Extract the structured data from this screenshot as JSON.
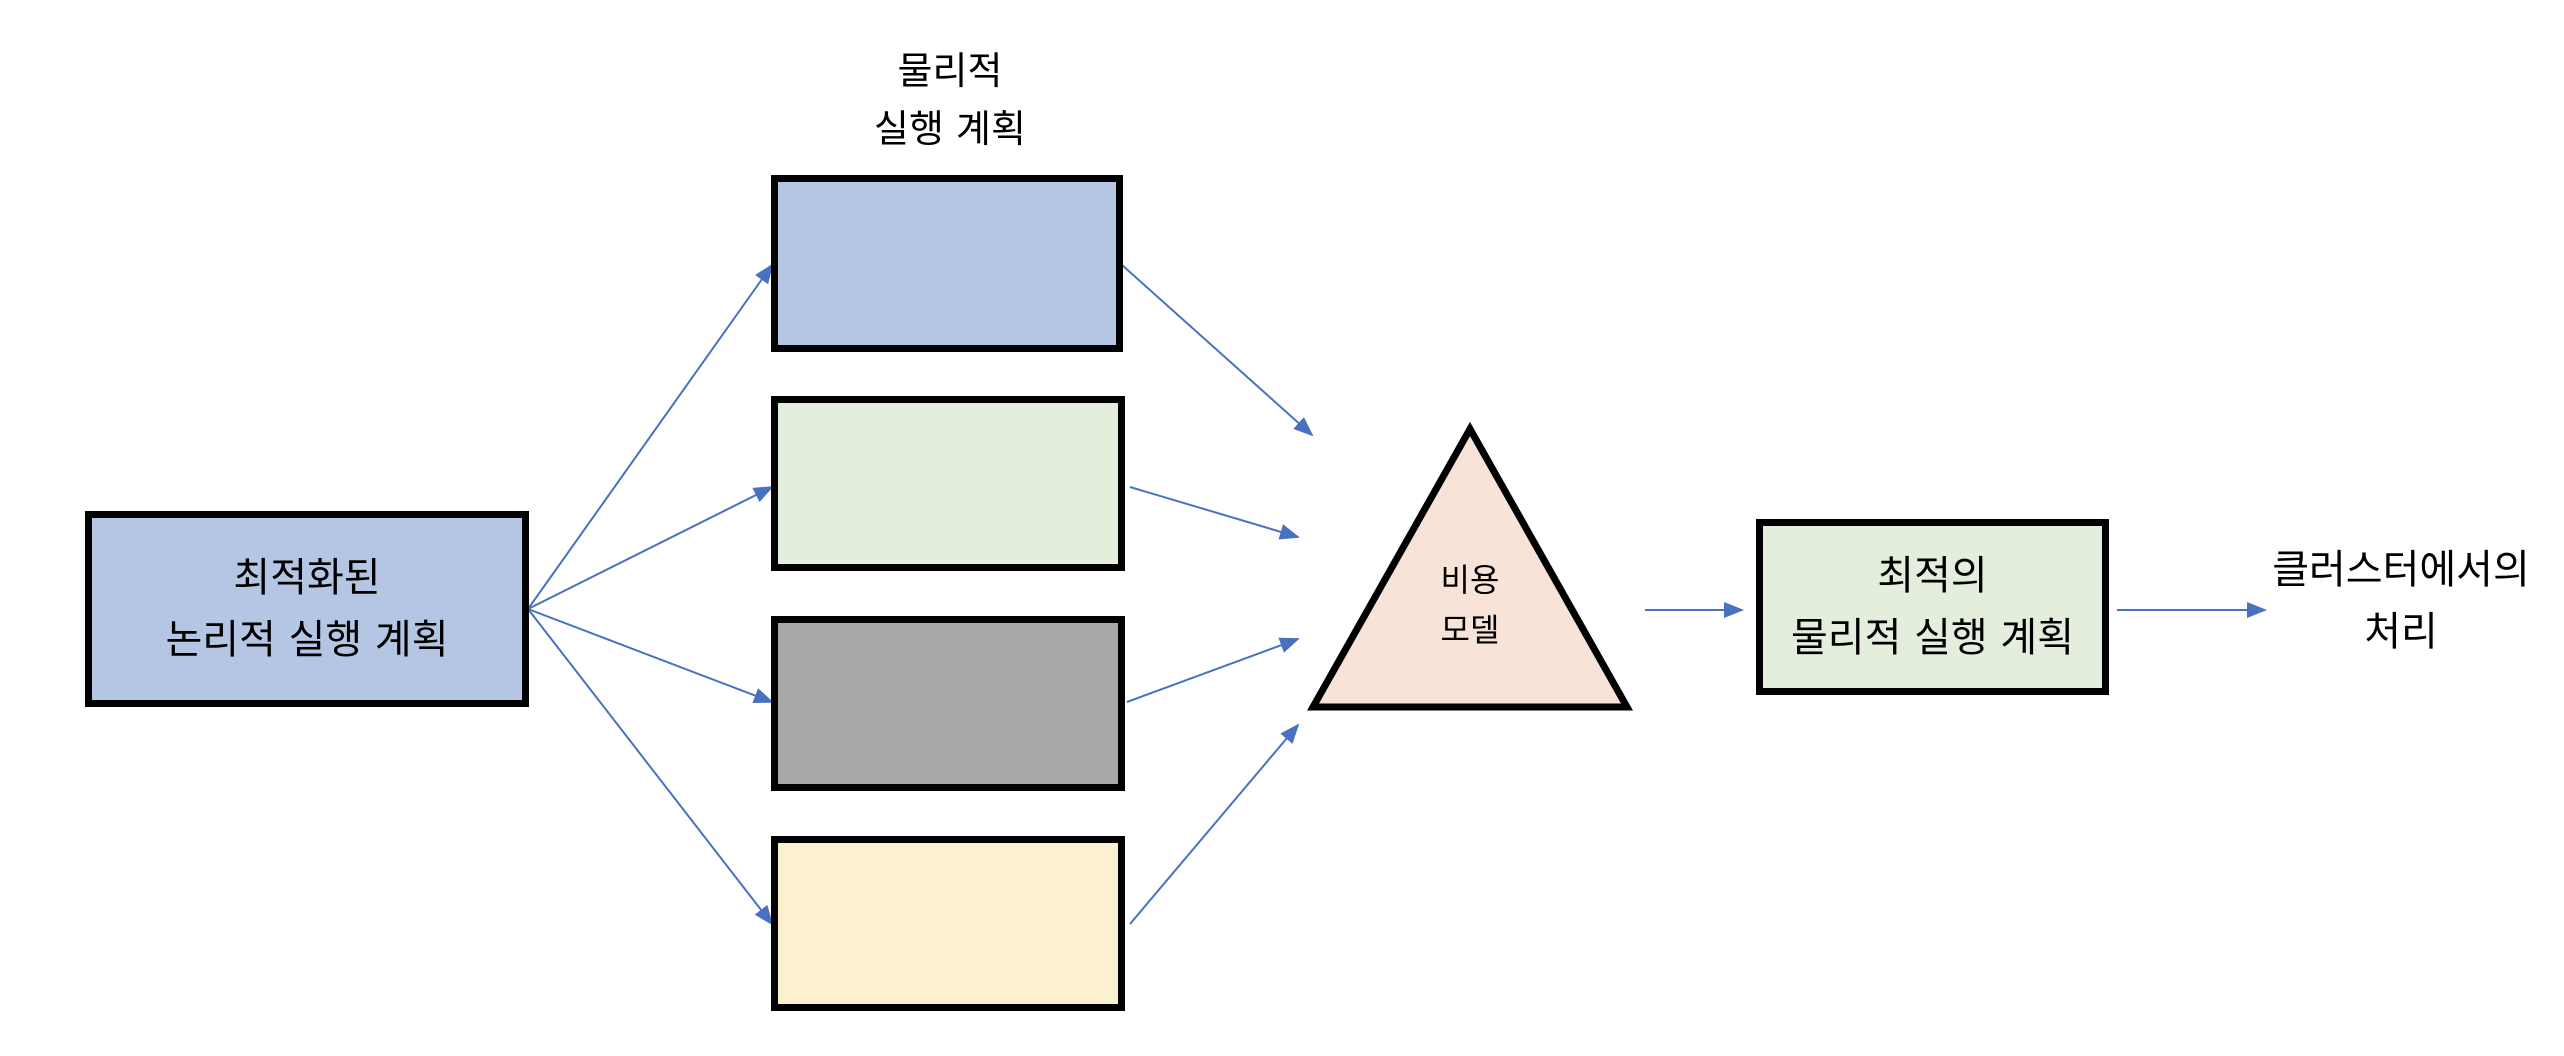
{
  "colors": {
    "blue": "#b4c6e4",
    "green": "#e3eedc",
    "gray": "#a8a8a8",
    "yellow": "#fcf1cf",
    "peach": "#f7e3d7",
    "arrow": "#4a71c0",
    "border": "#000000"
  },
  "nodes": {
    "optimized_logical_plan": {
      "line1": "최적화된",
      "line2": "논리적 실행 계획"
    },
    "physical_plans_header": {
      "line1": "물리적",
      "line2": "실행 계획"
    },
    "cost_model": {
      "line1": "비용",
      "line2": "모델"
    },
    "optimal_physical_plan": {
      "line1": "최적의",
      "line2": "물리적 실행 계획"
    },
    "cluster_processing": {
      "line1": "클러스터에서의",
      "line2": "처리"
    }
  }
}
